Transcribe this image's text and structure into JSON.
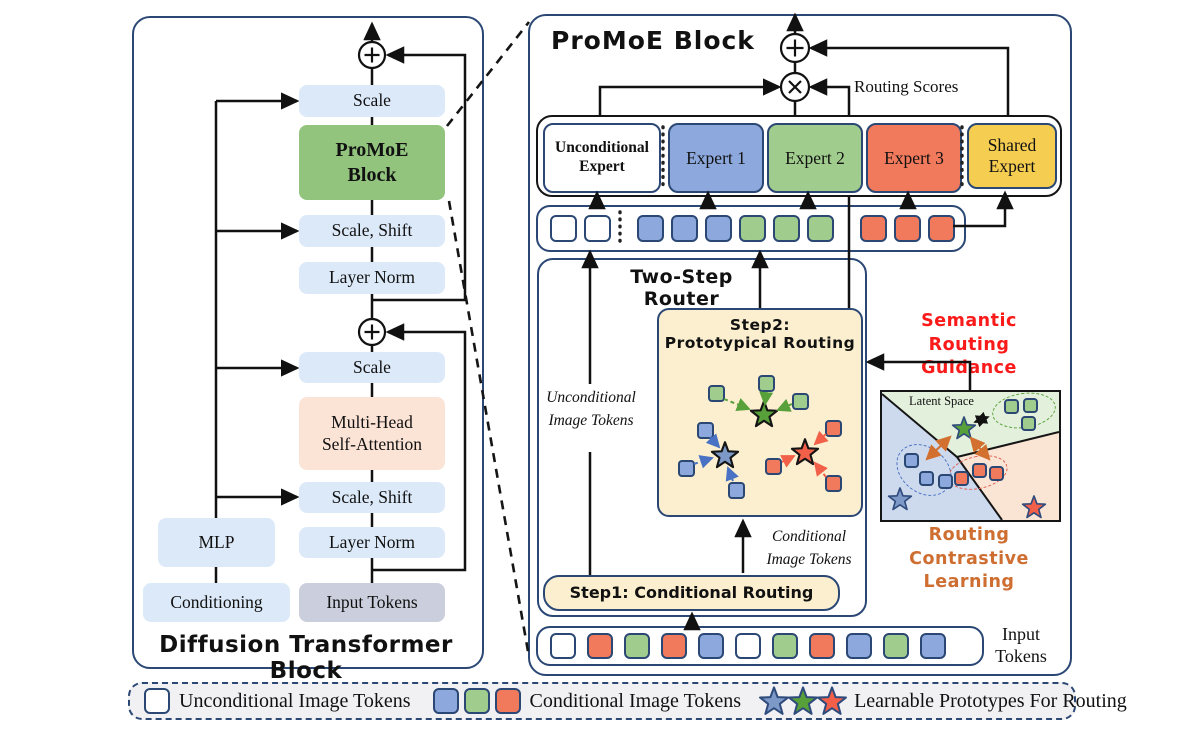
{
  "colors": {
    "white": "#ffffff",
    "blue": "#8ca8dc",
    "green": "#a0cd8d",
    "orange": "#f1795c",
    "yellow": "#f5cd51",
    "promoe_green": "#92c47e",
    "box_blue": "#dce9f8",
    "box_peach": "#fbe3d6",
    "box_gray": "#cbcfdd",
    "cream": "#fbefcf",
    "star_blue": "#7d99c8",
    "star_green": "#57a03a",
    "star_red": "#f2604a",
    "region_blue": "#cddaee",
    "region_green": "#e3f0dc",
    "region_orange": "#fae5d4",
    "panel_border": "#2b4875",
    "red_text": "#fb1a1a",
    "orange_text": "#ce6e31",
    "legend_bg": "#f1f1f3"
  },
  "left": {
    "title": "Diffusion Transformer Block",
    "scale_top": "Scale",
    "promoe": "ProMoE Block",
    "scale_shift_top": "Scale, Shift",
    "layer_norm_top": "Layer Norm",
    "scale_mid": "Scale",
    "mhsa": "Multi-Head Self-Attention",
    "scale_shift_bottom": "Scale, Shift",
    "layer_norm_bottom": "Layer Norm",
    "mlp": "MLP",
    "conditioning": "Conditioning",
    "input_tokens": "Input Tokens"
  },
  "right": {
    "title": "ProMoE Block",
    "routing_scores": "Routing Scores",
    "experts": {
      "unconditional": "Unconditional Expert",
      "expert1": "Expert 1",
      "expert2": "Expert 2",
      "expert3": "Expert 3",
      "shared": "Shared Expert"
    },
    "sorted_tokens": [
      "white",
      "white",
      "blue",
      "blue",
      "blue",
      "green",
      "green",
      "green",
      "orange",
      "orange",
      "orange"
    ],
    "router": {
      "title": "Two-Step Router",
      "step2_line1": "Step2:",
      "step2_line2": "Prototypical Routing",
      "step1": "Step1: Conditional Routing",
      "unconditional_tokens_label": "Unconditional Image Tokens",
      "conditional_tokens_label": "Conditional Image Tokens"
    },
    "semantic_guidance": "Semantic Routing Guidance",
    "contrastive": "Routing Contrastive Learning",
    "latent": {
      "label": "Latent Space"
    },
    "input_tokens_label": "Input Tokens",
    "input_sequence": [
      "white",
      "orange",
      "green",
      "orange",
      "blue",
      "white",
      "green",
      "orange",
      "blue",
      "green",
      "blue"
    ]
  },
  "legend": {
    "unconditional": "Unconditional Image Tokens",
    "conditional": "Conditional Image Tokens",
    "prototypes": "Learnable Prototypes For Routing",
    "conditional_colors": [
      "blue",
      "green",
      "orange"
    ],
    "prototype_colors": [
      "star_blue",
      "star_green",
      "star_red"
    ]
  }
}
